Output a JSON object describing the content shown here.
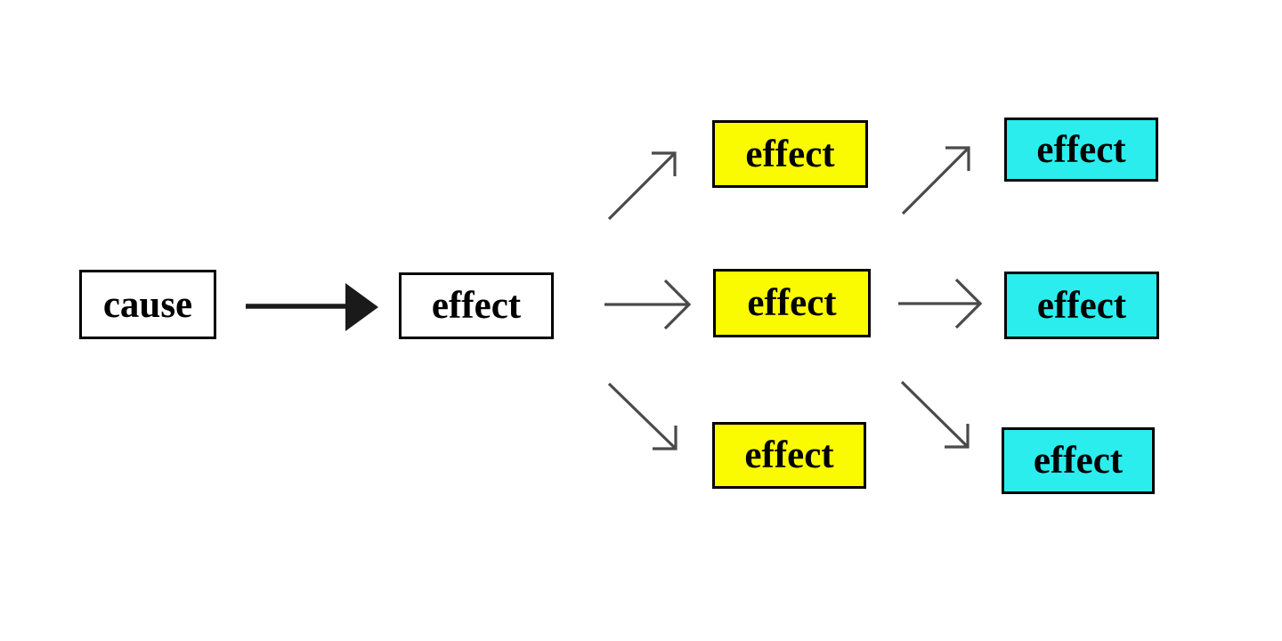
{
  "diagram": {
    "nodes": {
      "cause": {
        "label": "cause",
        "fill": "#ffffff"
      },
      "primary_effect": {
        "label": "effect",
        "fill": "#ffffff"
      },
      "secondary_effects": [
        {
          "label": "effect",
          "position": "top"
        },
        {
          "label": "effect",
          "position": "middle"
        },
        {
          "label": "effect",
          "position": "bottom"
        }
      ],
      "tertiary_effects": [
        {
          "label": "effect",
          "position": "top"
        },
        {
          "label": "effect",
          "position": "middle"
        },
        {
          "label": "effect",
          "position": "bottom"
        }
      ]
    },
    "edges": [
      {
        "from": "cause",
        "to": "primary_effect",
        "head": "filled-triangle"
      },
      {
        "from": "primary_effect",
        "to": "secondary_effects.0",
        "head": "open"
      },
      {
        "from": "primary_effect",
        "to": "secondary_effects.1",
        "head": "open"
      },
      {
        "from": "primary_effect",
        "to": "secondary_effects.2",
        "head": "open"
      },
      {
        "from": "secondary_effects.1",
        "to": "tertiary_effects.0",
        "head": "open"
      },
      {
        "from": "secondary_effects.1",
        "to": "tertiary_effects.1",
        "head": "open"
      },
      {
        "from": "secondary_effects.1",
        "to": "tertiary_effects.2",
        "head": "open"
      }
    ]
  },
  "colors": {
    "background": "#ffffff",
    "border": "#000000",
    "plain_fill": "#ffffff",
    "secondary_fill": "#fbfb00",
    "tertiary_fill": "#2beded",
    "arrow": "#4a4a4a",
    "thick_arrow": "#1a1a1a"
  }
}
